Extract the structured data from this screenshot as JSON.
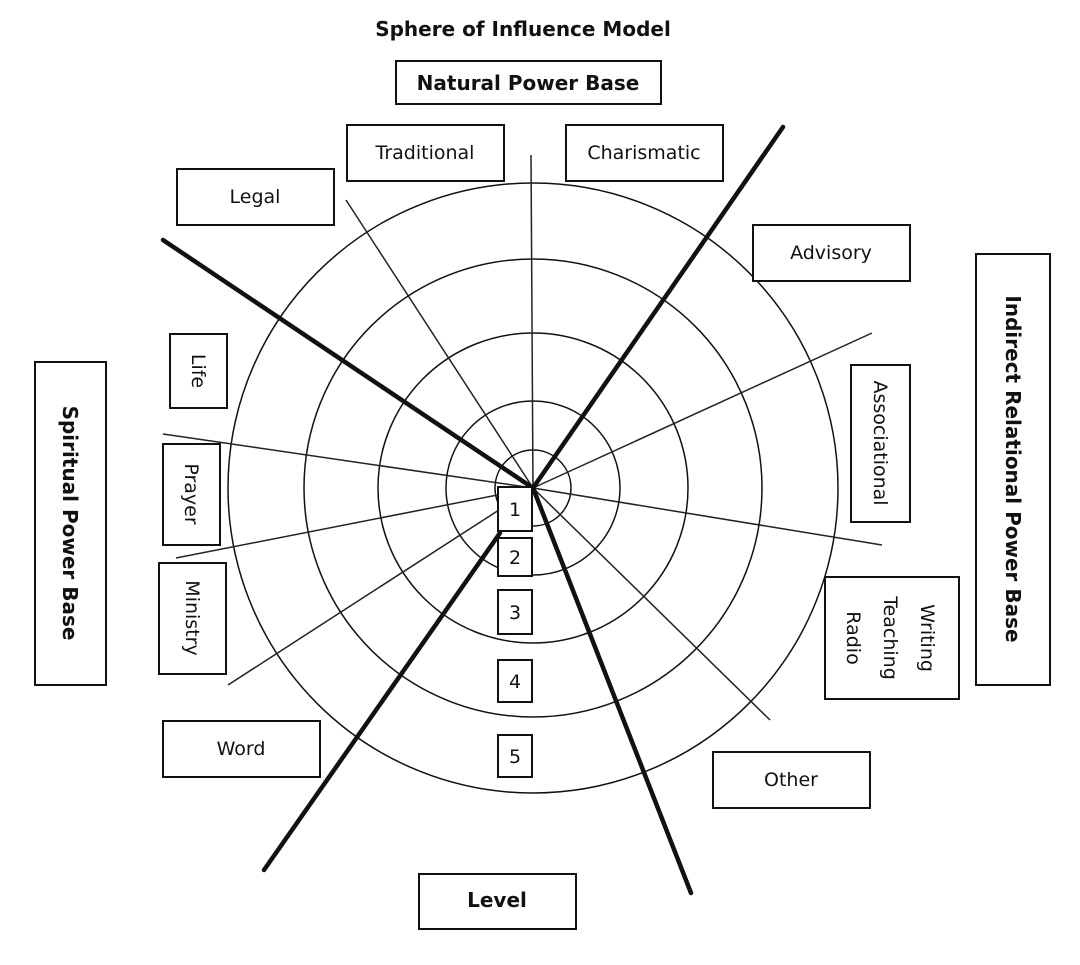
{
  "title": "Sphere of Influence Model",
  "power_bases": {
    "natural": "Natural Power Base",
    "spiritual": "Spiritual Power Base",
    "indirect_relational": "Indirect Relational Power Base"
  },
  "natural_items": [
    "Legal",
    "Traditional",
    "Charismatic"
  ],
  "indirect_items": [
    "Advisory",
    "Associational"
  ],
  "media_lines": [
    "Writing",
    "Teaching",
    "Radio"
  ],
  "other_label": "Other",
  "spiritual_items": [
    "Life",
    "Prayer",
    "Ministry",
    "Word"
  ],
  "level_label": "Level",
  "levels": [
    "1",
    "2",
    "3",
    "4",
    "5"
  ]
}
